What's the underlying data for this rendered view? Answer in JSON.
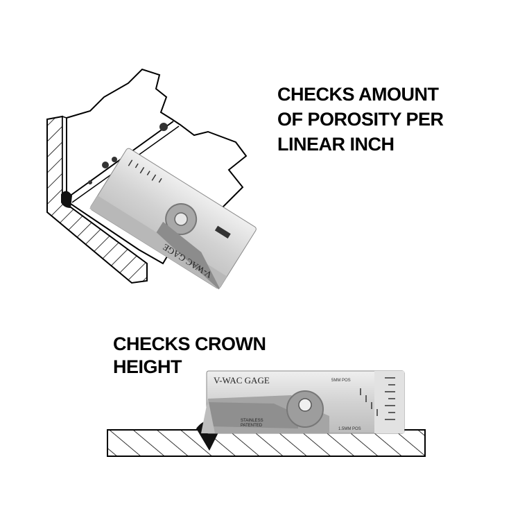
{
  "top": {
    "caption": [
      "CHECKS AMOUNT",
      "OF POROSITY PER",
      "LINEAR INCH"
    ],
    "gage_label": "V-WAC GAGE"
  },
  "bottom": {
    "caption": [
      "CHECKS CROWN",
      "HEIGHT"
    ],
    "gage_label": "V-WAC GAGE",
    "stamp_text": [
      "STAINLESS",
      "PATENTED"
    ],
    "scale_label": "5MM POS",
    "scale_label_2": "1.5MM POS"
  },
  "colors": {
    "ink": "#000000",
    "gage_fill": "#d9d9d9",
    "gage_shadow": "#9a9a9a",
    "paper": "#ffffff"
  }
}
